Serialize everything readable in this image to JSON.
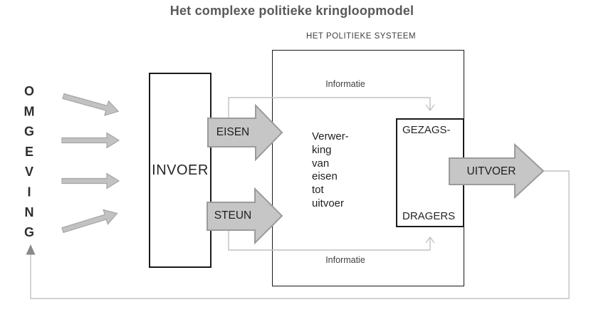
{
  "title": "Het complexe politieke kringloopmodel",
  "environment": {
    "vertical_label": "OMGEVING"
  },
  "invoer": {
    "label": "INVOER"
  },
  "political_system": {
    "label": "HET POLITIEKE SYSTEEM",
    "processing_text": "Verwer-\nking\nvan\neisen\ntot\nuitvoer",
    "gezagsdragers_top": "GEZAGS-",
    "gezagsdragers_bottom": "DRAGERS"
  },
  "arrows": {
    "eisen": "EISEN",
    "steun": "STEUN",
    "uitvoer": "UITVOER"
  },
  "feedback": {
    "informatie_top": "Informatie",
    "informatie_bottom": "Informatie"
  },
  "colors": {
    "big_arrow_fill": "#c6c6c6",
    "big_arrow_stroke": "#9b9b9b",
    "small_arrow_fill": "#c2c2c2",
    "small_arrow_stroke": "#a6a6a6",
    "feedback_line": "#c2c2c2",
    "loop_arrowhead": "#8a8a8a",
    "box_border": "#1a1a1a",
    "title_text": "#595959"
  }
}
